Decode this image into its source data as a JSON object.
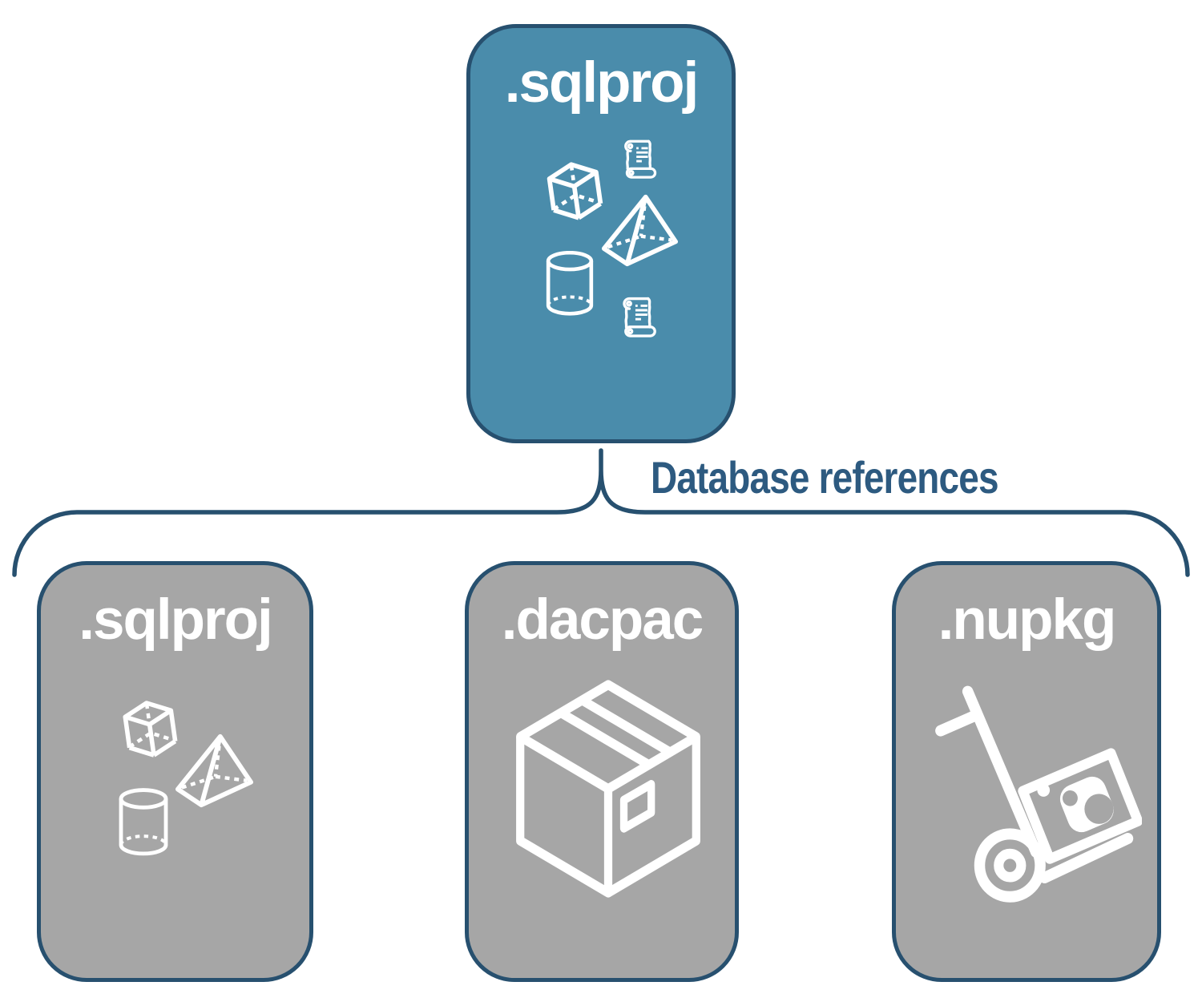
{
  "diagram": {
    "root": {
      "label": ".sqlproj",
      "icons": [
        "scroll-icon",
        "cube-icon",
        "pyramid-icon",
        "cylinder-icon",
        "scroll-icon"
      ]
    },
    "connector": {
      "label": "Database references"
    },
    "children": [
      {
        "label": ".sqlproj",
        "icons": [
          "cube-icon",
          "pyramid-icon",
          "cylinder-icon"
        ]
      },
      {
        "label": ".dacpac",
        "icons": [
          "package-box-icon"
        ]
      },
      {
        "label": ".nupkg",
        "icons": [
          "nuget-handtruck-icon"
        ]
      }
    ],
    "colors": {
      "root_fill": "#4A8CAB",
      "child_fill": "#A6A6A6",
      "outline": "#27506F",
      "connector_text": "#2D5A80",
      "icon_stroke": "#FFFFFF"
    }
  }
}
